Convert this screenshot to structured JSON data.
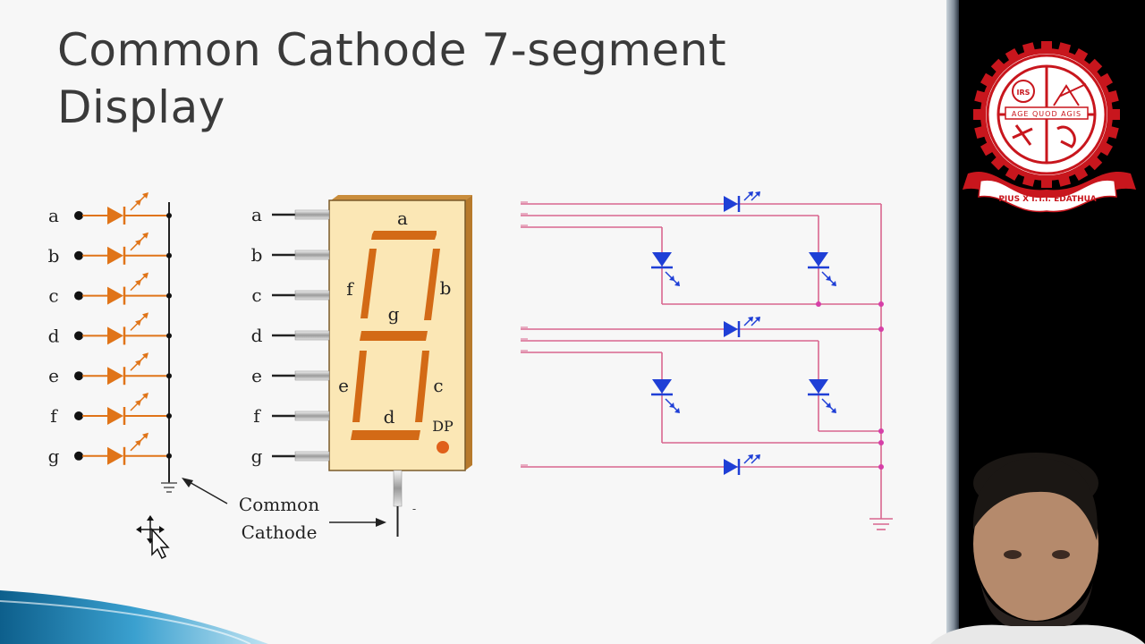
{
  "slide": {
    "title_line1": "Common Cathode 7-segment",
    "title_line2": "Display"
  },
  "led_array": {
    "labels": [
      "a",
      "b",
      "c",
      "d",
      "e",
      "f",
      "g"
    ]
  },
  "seven_segment": {
    "pin_labels": [
      "a",
      "b",
      "c",
      "d",
      "e",
      "f",
      "g"
    ],
    "segment_labels": {
      "a": "a",
      "b": "b",
      "c": "c",
      "d": "d",
      "e": "e",
      "f": "f",
      "g": "g",
      "dp": "DP"
    }
  },
  "annotation": {
    "line1": "Common",
    "line2": "Cathode",
    "minus": "-"
  },
  "logo": {
    "motto": "AGE QUOD AGIS",
    "banner": "PIUS X  I.T.I.  EDATHUA",
    "monogram": "IRS"
  },
  "colors": {
    "title": "#3a3a3a",
    "led": "#e07418",
    "circuit_wire": "#d9668f",
    "circuit_diode": "#1f3fd6",
    "display_body": "#fbe7b5",
    "segment": "#d36a16",
    "logo": "#c8161d"
  }
}
